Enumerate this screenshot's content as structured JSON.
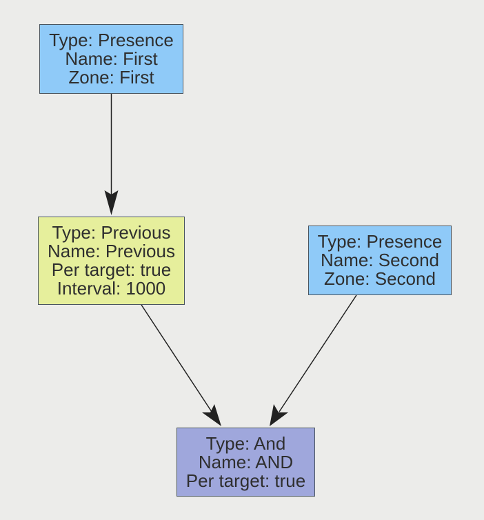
{
  "nodes": {
    "first": {
      "type_line": "Type: Presence",
      "name_line": "Name: First",
      "zone_line": "Zone: First",
      "color": "#8fcaf8"
    },
    "previous": {
      "type_line": "Type: Previous",
      "name_line": "Name: Previous",
      "per_target_line": "Per target: true",
      "interval_line": "Interval: 1000",
      "color": "#e6ef9c"
    },
    "second": {
      "type_line": "Type: Presence",
      "name_line": "Name: Second",
      "zone_line": "Zone: Second",
      "color": "#8fcaf8"
    },
    "and": {
      "type_line": "Type: And",
      "name_line": "Name: AND",
      "per_target_line": "Per target: true",
      "color": "#9fa7dc"
    }
  },
  "edges": [
    {
      "from": "first",
      "to": "previous"
    },
    {
      "from": "previous",
      "to": "and"
    },
    {
      "from": "second",
      "to": "and"
    }
  ],
  "colors": {
    "background": "#ececea",
    "edge": "#222222",
    "border": "#4a5560"
  }
}
